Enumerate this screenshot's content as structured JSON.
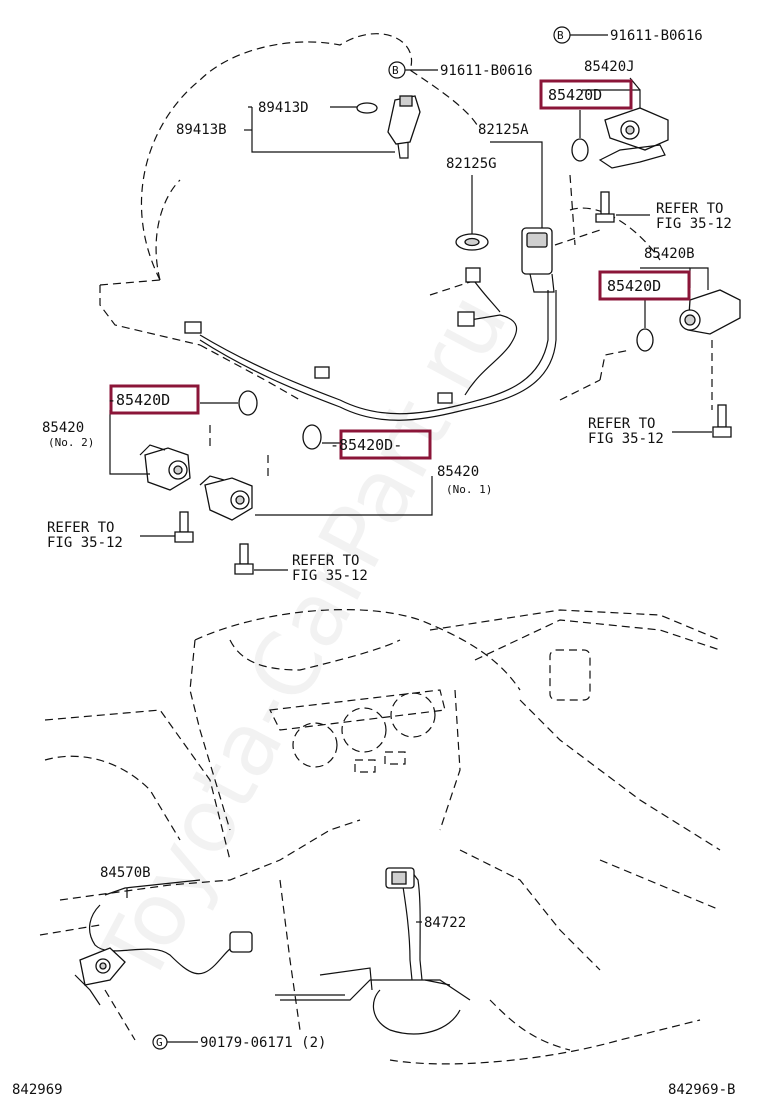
{
  "diagram_id_left": "842969",
  "diagram_id_right": "842969-B",
  "watermark": "Toyota-CarPart.ru",
  "highlight_color": "#8b1538",
  "labels": {
    "bolt_b_1": "B",
    "bolt_b_1_part": "91611-B0616",
    "bolt_b_2": "B",
    "bolt_b_2_part": "91611-B0616",
    "p89413D": "89413D",
    "p89413B": "89413B",
    "p82125A": "82125A",
    "p82125G": "82125G",
    "p85420J": "85420J",
    "p85420B": "85420B",
    "refer_to_1": "REFER TO",
    "refer_fig_1": "FIG 35-12",
    "refer_to_2": "REFER TO",
    "refer_fig_2": "FIG 35-12",
    "refer_to_3": "REFER TO",
    "refer_fig_3": "FIG 35-12",
    "refer_to_4": "REFER TO",
    "refer_fig_4": "FIG 35-12",
    "p85420_no2": "85420",
    "p85420_no2_sub": "(No. 2)",
    "p85420_no1": "85420",
    "p85420_no1_sub": "(No. 1)",
    "p84570B": "84570B",
    "p84722": "84722",
    "p90179": "90179-06171 (2)",
    "bolt_g": "G"
  },
  "highlighted": [
    {
      "label": "85420D"
    },
    {
      "label": "85420D"
    },
    {
      "label": "-85420D"
    },
    {
      "label": "-85420D-"
    }
  ]
}
